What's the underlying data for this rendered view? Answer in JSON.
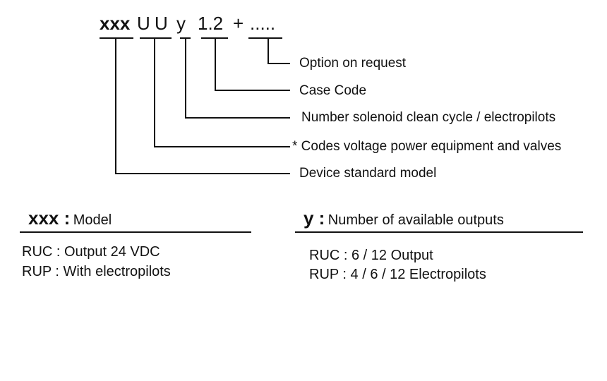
{
  "code_parts": [
    "xxx",
    "U",
    "U",
    "y",
    "1.2",
    "+",
    "....."
  ],
  "labels": [
    "Option on request",
    "Case Code",
    "Number solenoid clean cycle / electropilots",
    "* Codes voltage power equipment and valves",
    "Device standard model"
  ],
  "left_section": {
    "key": "xxx :",
    "title": "Model",
    "items": [
      "RUC  :  Output 24 VDC",
      "RUP  :  With electropilots"
    ]
  },
  "right_section": {
    "key": "y :",
    "title": "Number of available outputs",
    "items": [
      "RUC : 6 / 12 Output",
      "RUP : 4 / 6 / 12 Electropilots"
    ]
  },
  "colors": {
    "ink": "#111111",
    "background": "#ffffff"
  }
}
